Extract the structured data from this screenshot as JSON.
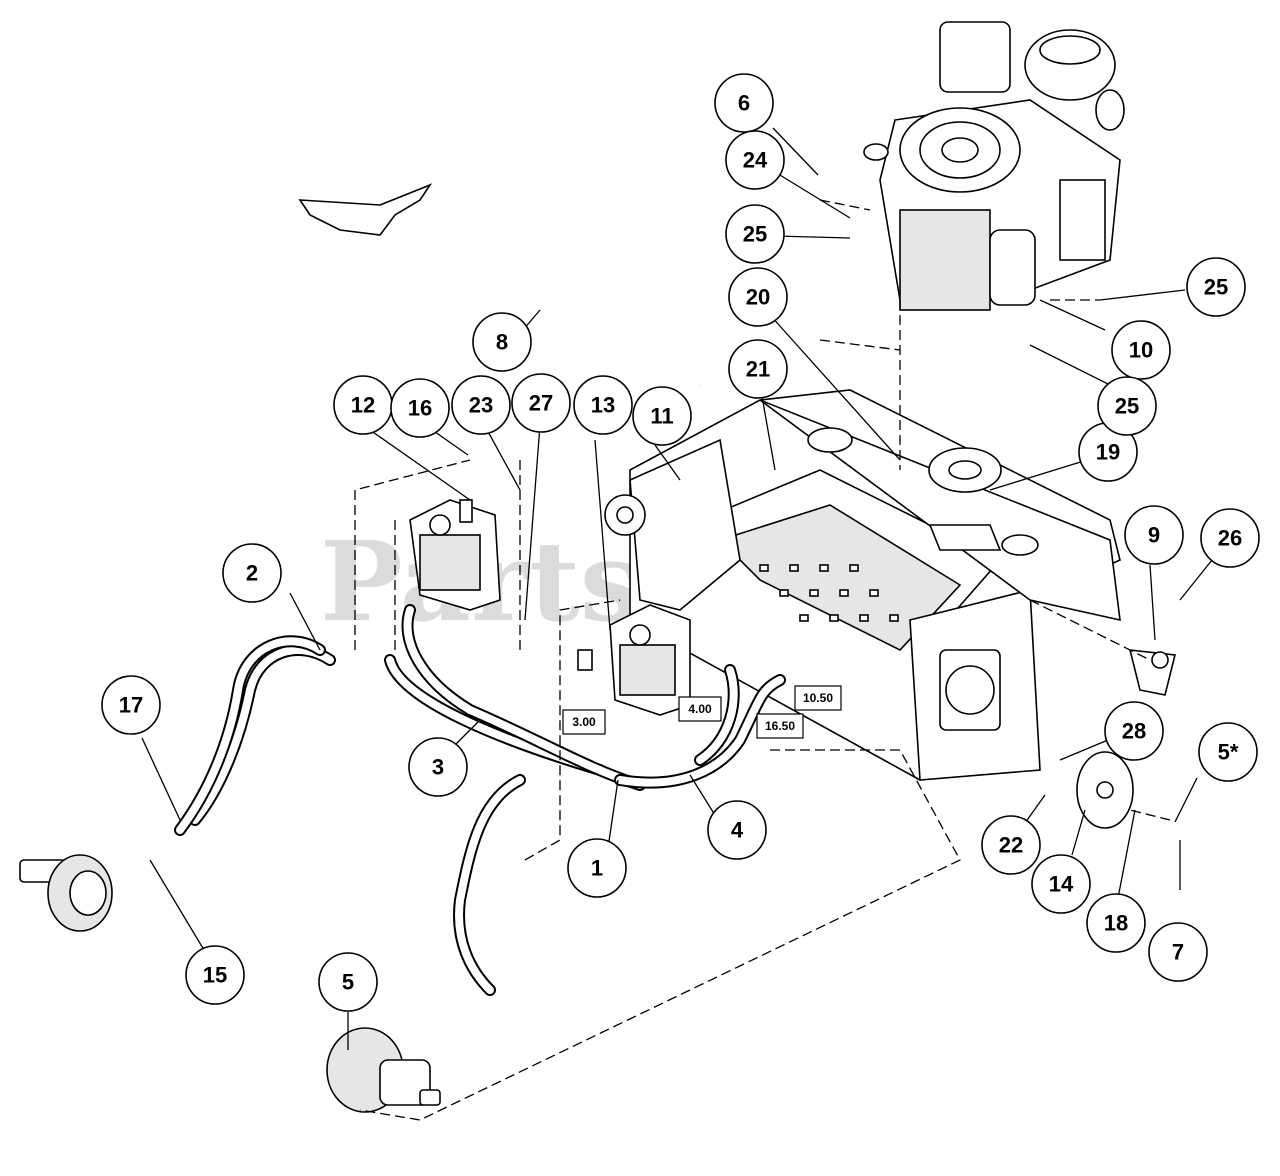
{
  "watermark": "PartsTree",
  "callouts": [
    "1",
    "2",
    "3",
    "4",
    "5",
    "5*",
    "6",
    "7",
    "8",
    "9",
    "10",
    "11",
    "12",
    "13",
    "14",
    "15",
    "16",
    "17",
    "18",
    "19",
    "20",
    "21",
    "22",
    "23",
    "24",
    "25",
    "25",
    "25",
    "25",
    "26",
    "27",
    "28"
  ],
  "dimensions": [
    "3.00",
    "4.00",
    "10.50",
    "16.50"
  ]
}
